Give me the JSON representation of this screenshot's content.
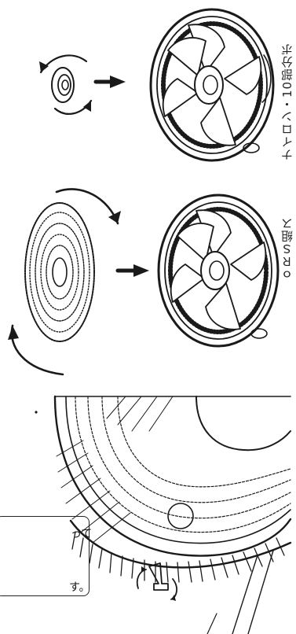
{
  "page": {
    "step1_label": "ナイロン・10部分ボ",
    "step2_label": "ｏＲＳ組ス",
    "note_line1": "って",
    "note_line2": "す。"
  },
  "icons": [
    "rotate-arrows-icon",
    "right-arrow-icon",
    "fan-guard-illustration"
  ]
}
